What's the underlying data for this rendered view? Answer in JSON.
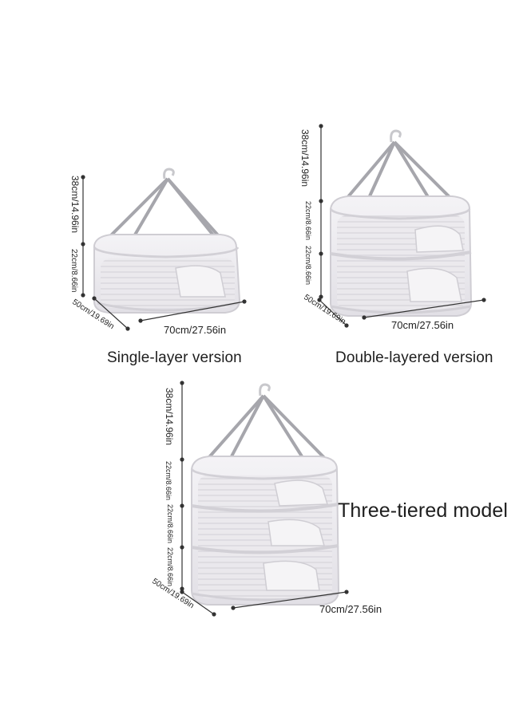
{
  "products": [
    {
      "caption": "Single-layer version",
      "height_total": "38cm/14.96in",
      "layers": [
        "22cm/8.66in"
      ],
      "depth": "50cm/19.69in",
      "width": "70cm/27.56in"
    },
    {
      "caption": "Double-layered version",
      "height_total": "38cm/14.96in",
      "layers": [
        "22cm/8.66in",
        "22cm/8.66in"
      ],
      "depth": "50cm/19.69in",
      "width": "70cm/27.56in"
    },
    {
      "caption": "Three-tiered model",
      "height_total": "38cm/14.96in",
      "layers": [
        "22cm/8.66in",
        "22cm/8.66in",
        "22cm/8.66in"
      ],
      "depth": "50cm/19.69in",
      "width": "70cm/27.56in"
    }
  ],
  "colors": {
    "background": "#ffffff",
    "mesh": "#eceaee",
    "rim": "#d2d0d6",
    "strap": "#a4a4aa",
    "dimension_line": "#333333",
    "text": "#1e1e1e"
  }
}
